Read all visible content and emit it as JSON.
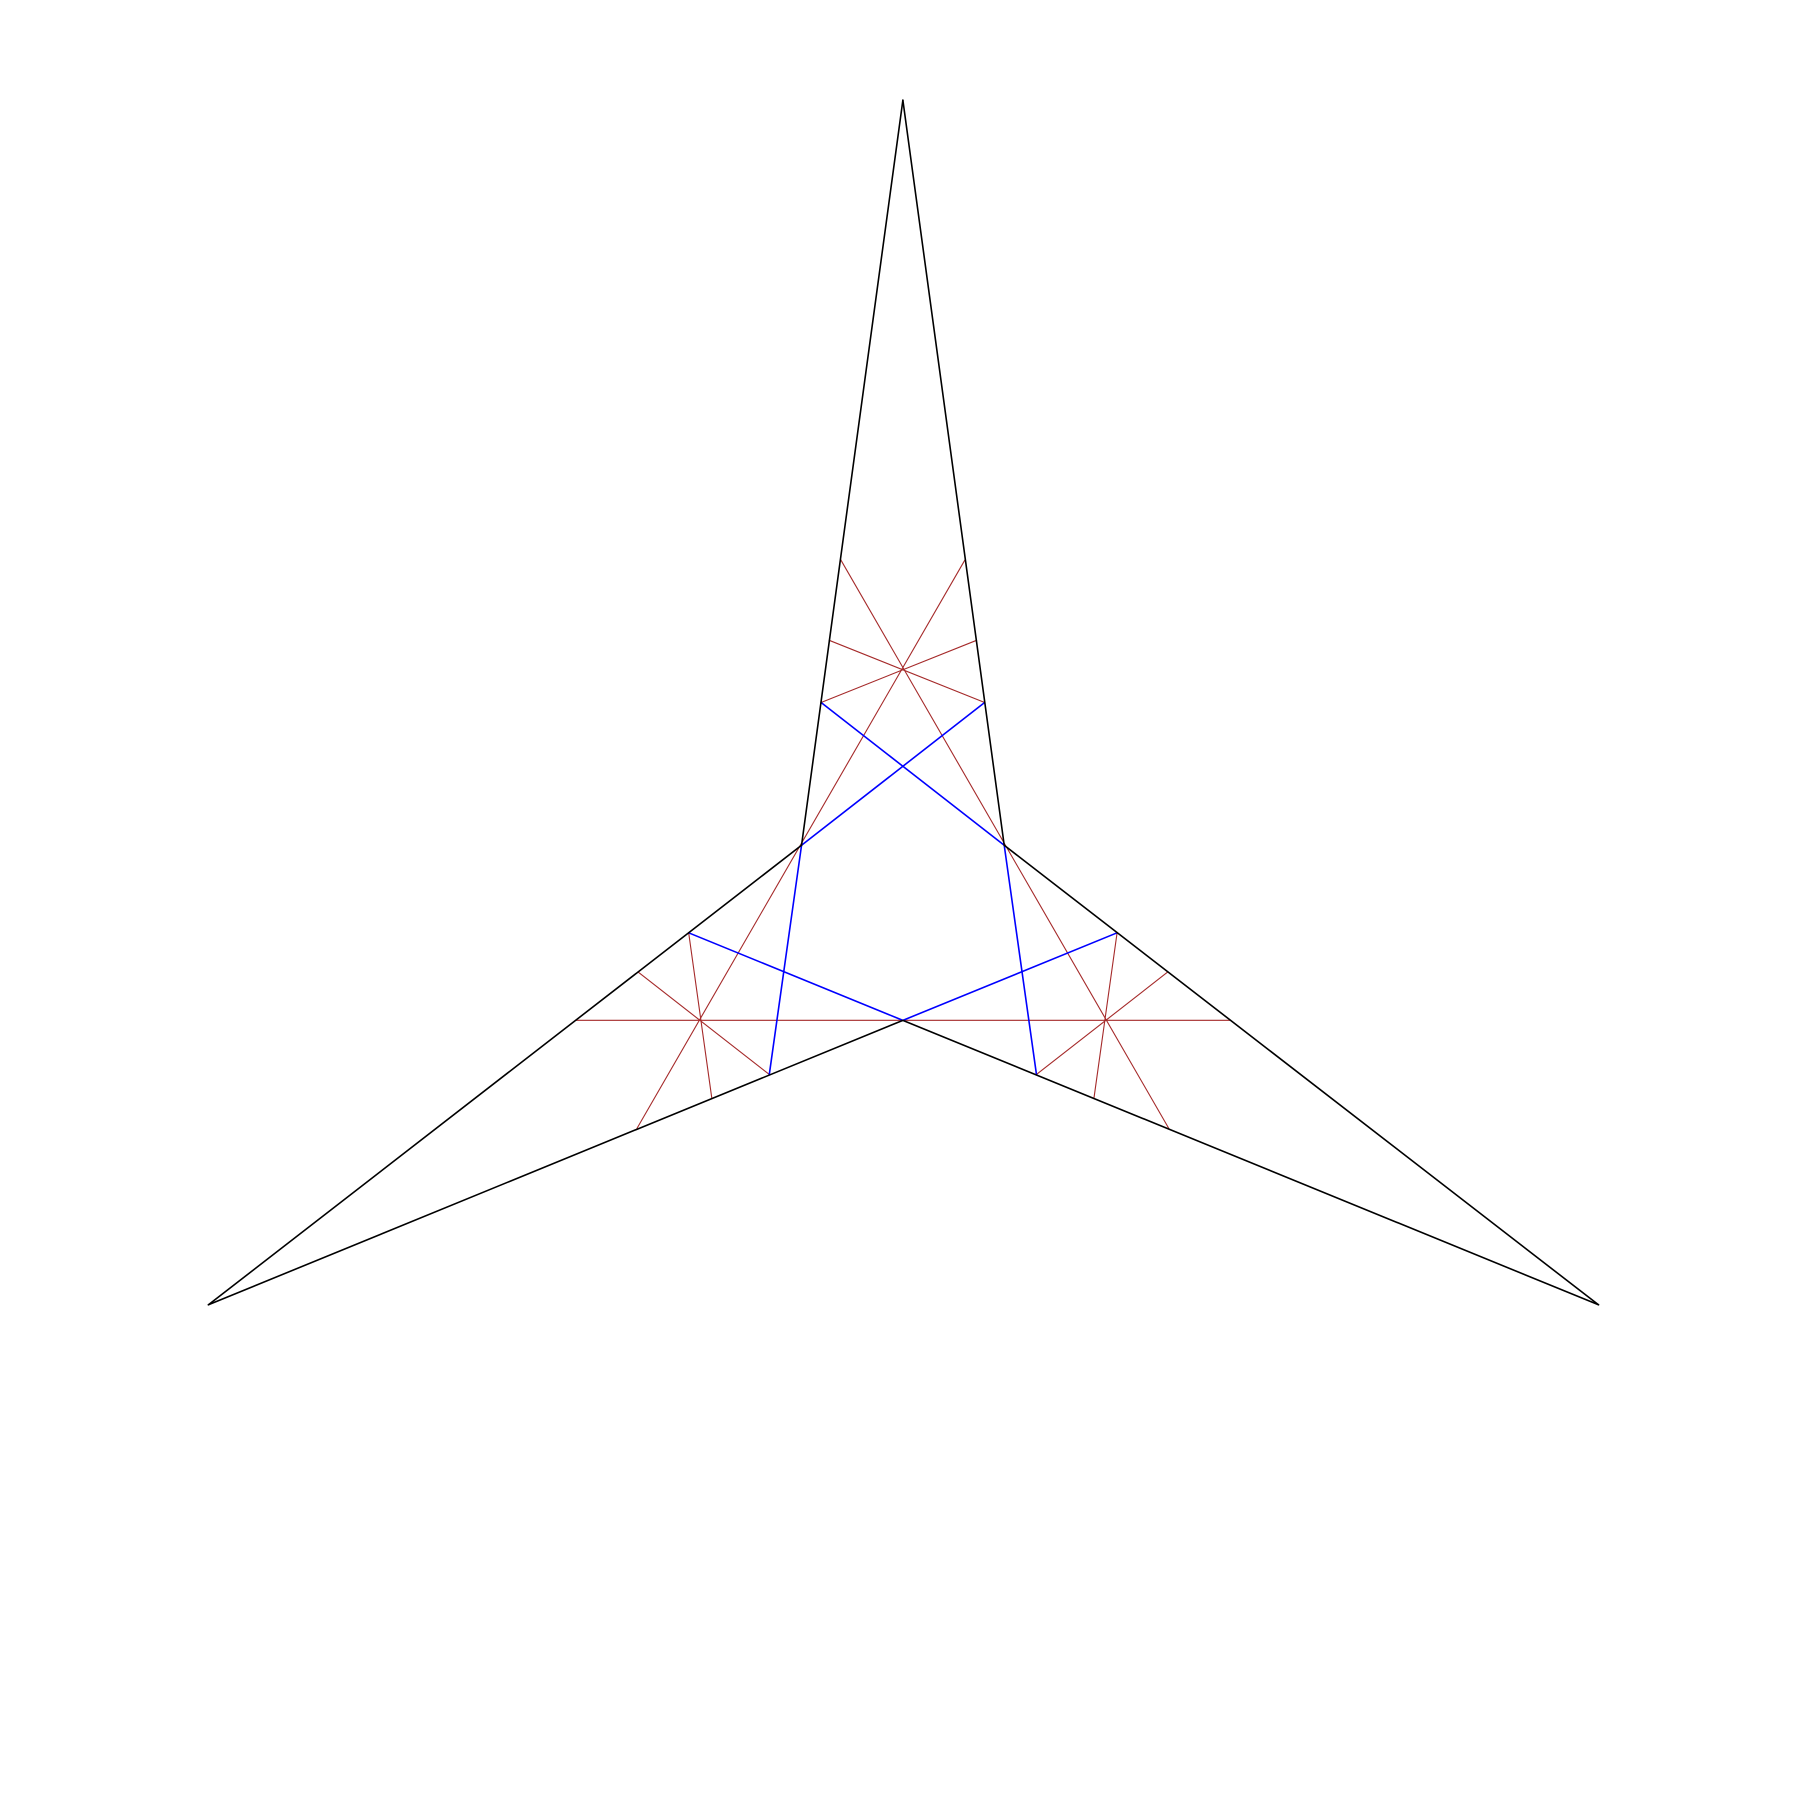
{
  "colors": {
    "background": "#ffffff",
    "outline": "#000000",
    "inner_lines": "#0000ff",
    "construction_lines": "#a52a2a"
  },
  "diagram": {
    "description_shape": "three-pointed star",
    "layers": [
      {
        "name": "star-outline",
        "color_key": "outline",
        "segment_count": 6
      },
      {
        "name": "inner-blue-lines",
        "color_key": "inner_lines",
        "segment_count": 6
      },
      {
        "name": "construction-rays",
        "color_key": "construction_lines",
        "segment_count": 18
      }
    ]
  }
}
